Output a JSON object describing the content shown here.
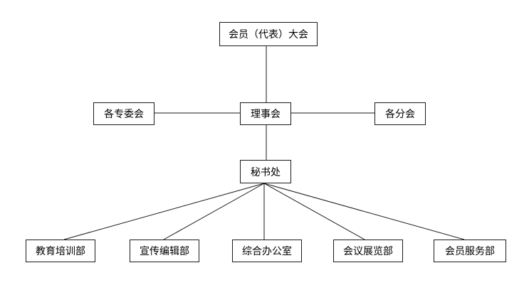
{
  "org_chart": {
    "assembly": "会员（代表）大会",
    "council": "理事会",
    "committees": "各专委会",
    "branches": "各分会",
    "secretariat": "秘书处",
    "departments": [
      "教育培训部",
      "宣传编辑部",
      "综合办公室",
      "会议展览部",
      "会员服务部"
    ]
  }
}
